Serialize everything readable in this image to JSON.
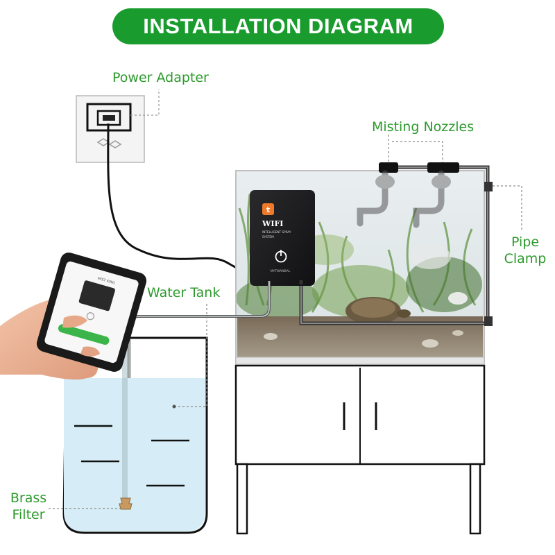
{
  "title": "INSTALLATION DIAGRAM",
  "labels": {
    "power_adapter": "Power Adapter",
    "misting_nozzles": "Misting Nozzles",
    "pipe_clamp": [
      "Pipe",
      "Clamp"
    ],
    "water_tank": "Water Tank",
    "brass_filter": [
      "Brass",
      "Filter"
    ]
  },
  "device": {
    "line1": "WIFI",
    "line2": "INTELLIGENT SPRAY",
    "line3": "SYSTEM",
    "brand": "MYTWANBAL"
  },
  "phone": {
    "header": "MIST KING"
  },
  "colors": {
    "accent_green": "#1a9b2e",
    "label_green": "#2c9a2c",
    "device_body": "#1c1c1e",
    "water": "#d6ecf6"
  }
}
